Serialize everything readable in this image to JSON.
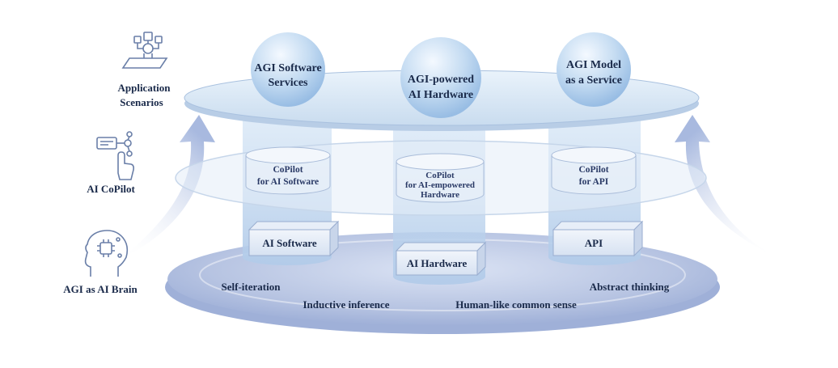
{
  "left_labels": {
    "application_scenarios": [
      "Application",
      "Scenarios"
    ],
    "ai_copilot": "AI CoPilot",
    "agi_as_ai_brain": "AGI as AI Brain"
  },
  "spheres": [
    {
      "lines": [
        "AGI Software",
        "Services"
      ]
    },
    {
      "lines": [
        "AGI-powered",
        "AI Hardware"
      ]
    },
    {
      "lines": [
        "AGI Model",
        "as a Service"
      ]
    }
  ],
  "copilots": [
    {
      "lines": [
        "CoPilot",
        "for AI Software"
      ]
    },
    {
      "lines": [
        "CoPilot",
        "for AI-empowered",
        "Hardware"
      ]
    },
    {
      "lines": [
        "CoPilot",
        "for API"
      ]
    }
  ],
  "boxes": [
    "AI Software",
    "AI Hardware",
    "API"
  ],
  "capabilities": [
    "Self-iteration",
    "Inductive inference",
    "Human-like common sense",
    "Abstract thinking"
  ],
  "icons": [
    "application-scenarios-icon",
    "ai-copilot-touch-icon",
    "ai-brain-head-icon"
  ],
  "colors": {
    "plate": "#dbe8f6",
    "sphere": "#bcd8f1",
    "text": "#1a2a4a",
    "base": "#b9c6e3",
    "arrow": "#c7d3ea",
    "icon": "#6a7fa8"
  }
}
